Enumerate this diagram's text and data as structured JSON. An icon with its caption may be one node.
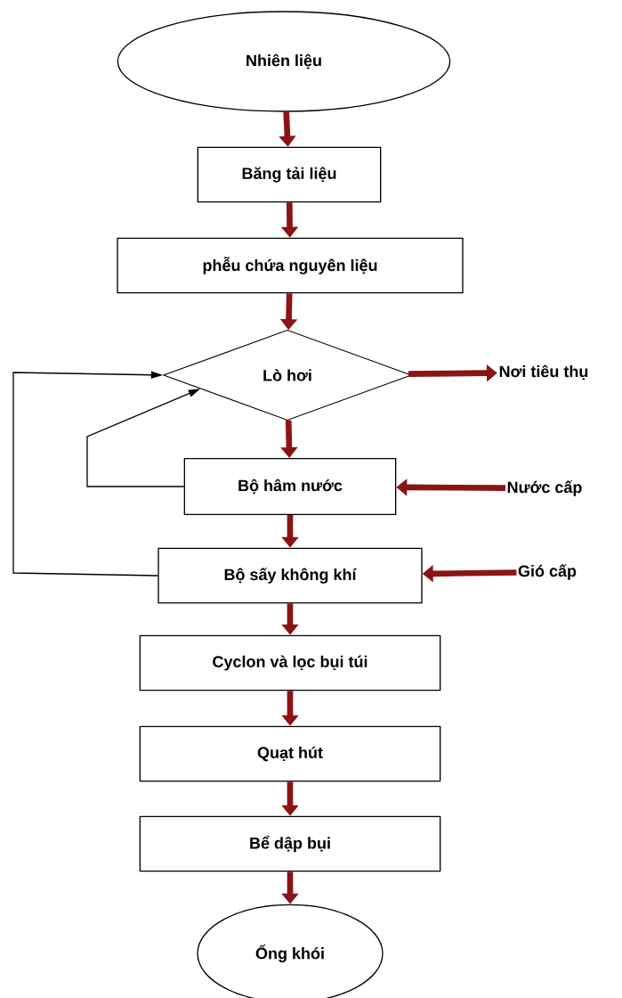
{
  "diagram": {
    "nodes": [
      {
        "text": [
          "Nhiên liệu"
        ]
      },
      {
        "text": [
          "Băng tải liệu"
        ]
      },
      {
        "text": [
          "phễu chứa nguyên liệu"
        ]
      },
      {
        "text": [
          "Lò hơi"
        ]
      },
      {
        "text": [
          "Nơi tiêu thụ"
        ]
      },
      {
        "text": [
          "Bộ hâm nước"
        ]
      },
      {
        "text": [
          "Nước cấp"
        ]
      },
      {
        "text": [
          "Bộ sấy không khí"
        ]
      },
      {
        "text": [
          "Gió cấp"
        ]
      },
      {
        "text": [
          "Cyclon và lọc bụi túi"
        ]
      },
      {
        "text": [
          "Quạt hút"
        ]
      },
      {
        "text": [
          "Bể dập bụi"
        ]
      },
      {
        "text": [
          "Ống khói"
        ]
      }
    ],
    "edges": [
      {
        "from": 0,
        "to": 1,
        "arrow": "to"
      },
      {
        "from": 1,
        "to": 2,
        "arrow": "to"
      },
      {
        "from": 2,
        "to": 3,
        "arrow": "to"
      },
      {
        "from": 3,
        "to": 4,
        "arrow": "to"
      },
      {
        "from": 3,
        "to": 5,
        "arrow": "to"
      },
      {
        "from": 6,
        "to": 5,
        "arrow": "to"
      },
      {
        "from": 5,
        "to": 3,
        "arrow": "to",
        "color": "#000000"
      },
      {
        "from": 5,
        "to": 7,
        "arrow": "to"
      },
      {
        "from": 8,
        "to": 7,
        "arrow": "to"
      },
      {
        "from": 7,
        "to": 3,
        "arrow": "to",
        "color": "#000000"
      },
      {
        "from": 7,
        "to": 9,
        "arrow": "to"
      },
      {
        "from": 9,
        "to": 10,
        "arrow": "to"
      },
      {
        "from": 10,
        "to": 11,
        "arrow": "to"
      },
      {
        "from": 11,
        "to": 12,
        "arrow": "to"
      }
    ]
  }
}
